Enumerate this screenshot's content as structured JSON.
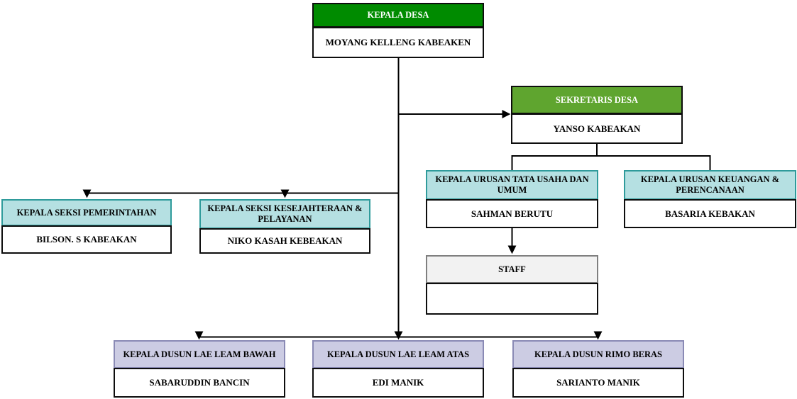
{
  "org": {
    "nodes": {
      "kepala_desa": {
        "title": "KEPALA DESA",
        "person": "MOYANG KELLENG KABEAKEN"
      },
      "sekretaris_desa": {
        "title": "SEKRETARIS DESA",
        "person": "YANSO KABEAKAN"
      },
      "kaur_tata_usaha": {
        "title": "KEPALA URUSAN TATA USAHA DAN UMUM",
        "person": "SAHMAN BERUTU"
      },
      "kaur_keuangan": {
        "title": "KEPALA URUSAN KEUANGAN & PERENCANAAN",
        "person": "BASARIA KEBAKAN"
      },
      "seksi_pemerintahan": {
        "title": "KEPALA SEKSI PEMERINTAHAN",
        "person": "BILSON. S KABEAKAN"
      },
      "seksi_kesejahteraan": {
        "title": "KEPALA SEKSI KESEJAHTERAAN & PELAYANAN",
        "person": "NIKO KASAH KEBEAKAN"
      },
      "staff": {
        "title": "STAFF",
        "person": ""
      },
      "dusun_lae_leam_bawah": {
        "title": "KEPALA DUSUN LAE LEAM BAWAH",
        "person": "SABARUDDIN BANCIN"
      },
      "dusun_lae_leam_atas": {
        "title": "KEPALA DUSUN LAE LEAM ATAS",
        "person": "EDI MANIK"
      },
      "dusun_rimo_beras": {
        "title": "KEPALA DUSUN RIMO BERAS",
        "person": "SARIANTO MANIK"
      }
    },
    "hierarchy_edges": [
      {
        "from": "kepala_desa",
        "to": "sekretaris_desa"
      },
      {
        "from": "kepala_desa",
        "to": "seksi_pemerintahan"
      },
      {
        "from": "kepala_desa",
        "to": "seksi_kesejahteraan"
      },
      {
        "from": "kepala_desa",
        "to": "dusun_lae_leam_bawah"
      },
      {
        "from": "kepala_desa",
        "to": "dusun_lae_leam_atas"
      },
      {
        "from": "kepala_desa",
        "to": "dusun_rimo_beras"
      },
      {
        "from": "sekretaris_desa",
        "to": "kaur_tata_usaha"
      },
      {
        "from": "sekretaris_desa",
        "to": "kaur_keuangan"
      },
      {
        "from": "kaur_tata_usaha",
        "to": "staff"
      }
    ],
    "colors": {
      "kepala_desa_header": "#008B00",
      "sekretaris_header": "#5FA52F",
      "kaur_seksi_header_fill": "#B5E0E2",
      "kaur_seksi_header_border": "#2F9B9B",
      "staff_header_fill": "#F2F2F2",
      "staff_header_border": "#7F7F7F",
      "dusun_header_fill": "#CCCCE3",
      "dusun_header_border": "#8A8AB5",
      "body_fill": "#FFFFFF",
      "connector_line": "#000000"
    }
  }
}
